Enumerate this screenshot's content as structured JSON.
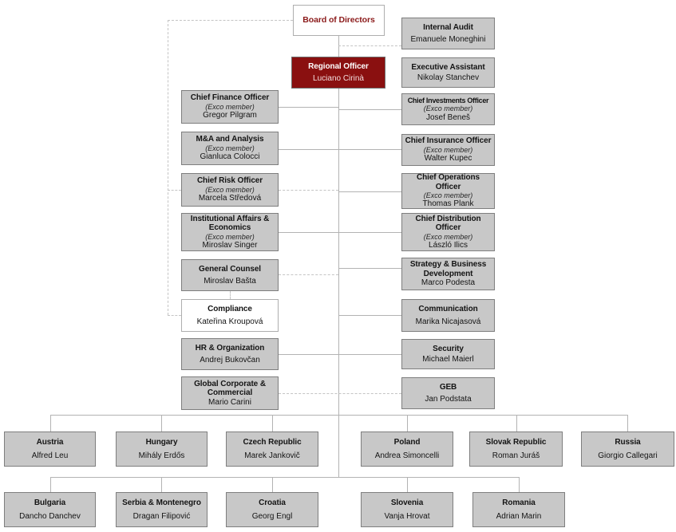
{
  "colors": {
    "box_fill": "#c8c8c8",
    "box_border": "#7e7e7e",
    "highlight_fill": "#8a1010",
    "highlight_text": "#ffffff",
    "board_title_text": "#8b1a1a",
    "connector_solid": "#b3b3b3",
    "connector_dashed": "#c4c4c4"
  },
  "top": {
    "board": {
      "title": "Board of Directors"
    },
    "internal_audit": {
      "title": "Internal Audit",
      "name": "Emanuele Moneghini"
    },
    "regional_officer": {
      "title": "Regional Officer",
      "name": "Luciano Cirinà"
    },
    "executive_assistant": {
      "title": "Executive Assistant",
      "name": "Nikolay Stanchev"
    }
  },
  "left": [
    {
      "title": "Chief Finance Officer",
      "exco": "(Exco member)",
      "name": "Gregor Pilgram"
    },
    {
      "title": "M&A and Analysis",
      "exco": "(Exco member)",
      "name": "Gianluca Colocci"
    },
    {
      "title": "Chief Risk Officer",
      "exco": "(Exco member)",
      "name": "Marcela Středová"
    },
    {
      "title": "Institutional Affairs & Economics",
      "exco": "(Exco member)",
      "name": "Miroslav Singer"
    },
    {
      "title": "General Counsel",
      "name": "Miroslav Bašta"
    },
    {
      "title": "Compliance",
      "name": "Kateřina Kroupová"
    },
    {
      "title": "HR & Organization",
      "name": "Andrej Bukovčan"
    },
    {
      "title": "Global Corporate & Commercial",
      "name": "Mario Carini"
    }
  ],
  "right": [
    {
      "title": "Chief Investments Officer",
      "exco": "(Exco member)",
      "name": "Josef Beneš"
    },
    {
      "title": "Chief Insurance Officer",
      "exco": "(Exco member)",
      "name": "Walter Kupec"
    },
    {
      "title": "Chief Operations Officer",
      "exco": "(Exco member)",
      "name": "Thomas Plank"
    },
    {
      "title": "Chief Distribution Officer",
      "exco": "(Exco member)",
      "name": "László Ilics"
    },
    {
      "title": "Strategy & Business Development",
      "name": "Marco Podesta"
    },
    {
      "title": "Communication",
      "name": "Marika Nicajasová"
    },
    {
      "title": "Security",
      "name": "Michael Maierl"
    },
    {
      "title": "GEB",
      "name": "Jan Podstata"
    }
  ],
  "countries_row1": [
    {
      "country": "Austria",
      "name": "Alfred Leu"
    },
    {
      "country": "Hungary",
      "name": "Mihály Erdős"
    },
    {
      "country": "Czech Republic",
      "name": "Marek Jankovič"
    },
    {
      "country": "Poland",
      "name": "Andrea Simoncelli"
    },
    {
      "country": "Slovak Republic",
      "name": "Roman Juráš"
    },
    {
      "country": "Russia",
      "name": "Giorgio Callegari"
    }
  ],
  "countries_row2": [
    {
      "country": "Bulgaria",
      "name": "Dancho Danchev"
    },
    {
      "country": "Serbia & Montenegro",
      "name": "Dragan Filipović"
    },
    {
      "country": "Croatia",
      "name": "Georg Engl"
    },
    {
      "country": "Slovenia",
      "name": "Vanja Hrovat"
    },
    {
      "country": "Romania",
      "name": "Adrian Marin"
    }
  ]
}
